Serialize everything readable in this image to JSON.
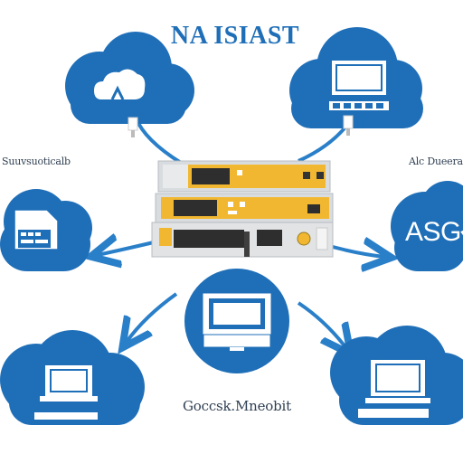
{
  "title": "NA ISIAST",
  "labels": {
    "left": "Suuvsuoticalb",
    "right": "Alc Dueerab",
    "bottom": "Goccsk.Mneobit",
    "asg": "ASG"
  },
  "colors": {
    "cloud_blue": "#1f6fb8",
    "arrow_blue": "#2a7fc9",
    "server_yellow": "#f2b731",
    "server_gray": "#d9dcdf",
    "title_blue": "#1f6fb8"
  },
  "icons": [
    "cloud-icon",
    "laptop-icon",
    "document-icon",
    "monitor-icon",
    "laptop-icon",
    "laptop-icon",
    "server-rack-icon"
  ]
}
